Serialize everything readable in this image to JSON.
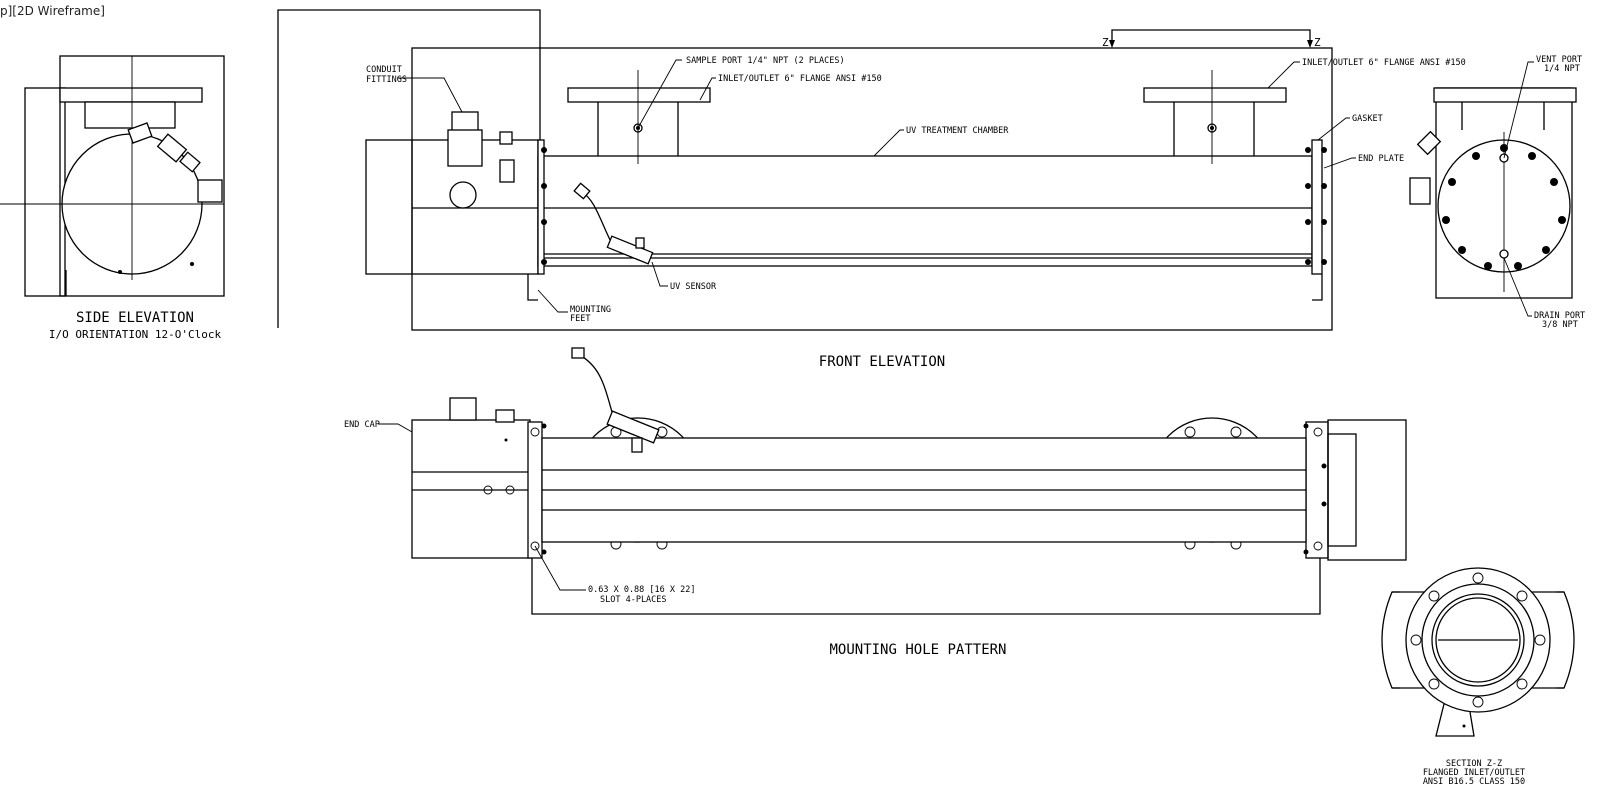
{
  "viewport_label": "p][2D Wireframe]",
  "views": {
    "side": {
      "title": "SIDE ELEVATION",
      "subtitle": "I/O ORIENTATION 12-O'Clock"
    },
    "front": {
      "title": "FRONT ELEVATION"
    },
    "mounting": {
      "title": "MOUNTING HOLE PATTERN"
    },
    "section": {
      "line1": "SECTION Z-Z",
      "line2": "FLANGED INLET/OUTLET",
      "line3": "ANSI B16.5 CLASS 150"
    }
  },
  "callouts": {
    "conduit_1": "CONDUIT",
    "conduit_2": "FITTINGS",
    "sample_port": "SAMPLE PORT 1/4\" NPT (2 PLACES)",
    "inlet_outlet_a": "INLET/OUTLET 6\" FLANGE ANSI #150",
    "inlet_outlet_b": "INLET/OUTLET 6\" FLANGE ANSI #150",
    "uv_chamber": "UV TREATMENT CHAMBER",
    "gasket": "GASKET",
    "end_plate": "END PLATE",
    "uv_sensor": "UV SENSOR",
    "mounting_1": "MOUNTING",
    "mounting_2": "FEET",
    "vent_1": "VENT PORT",
    "vent_2": "1/4 NPT",
    "drain_1": "DRAIN PORT",
    "drain_2": "3/8 NPT",
    "end_cap": "END CAP",
    "slot_1": "0.63 X 0.88 [16 X 22]",
    "slot_2": "SLOT 4-PLACES",
    "z_left": "Z",
    "z_right": "Z"
  }
}
